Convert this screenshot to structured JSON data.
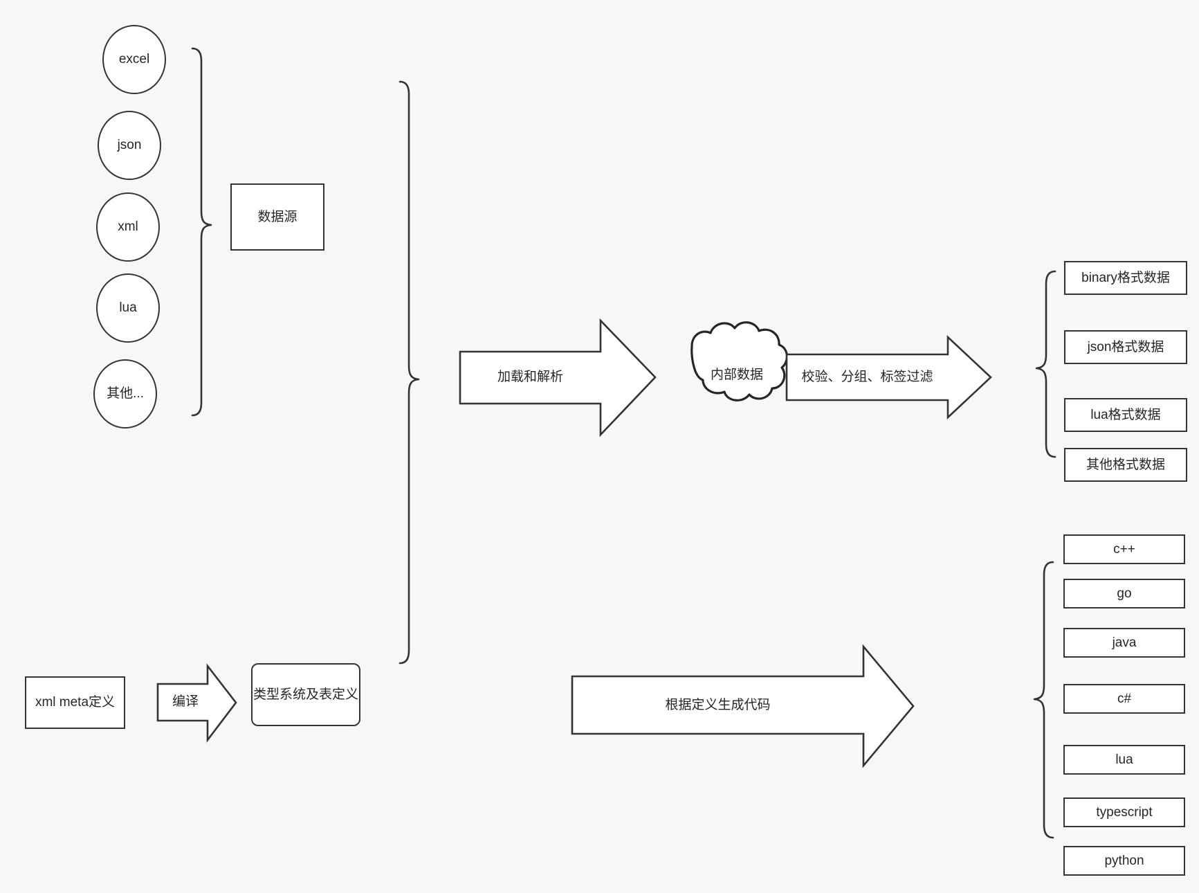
{
  "diagram": {
    "title": "data pipeline diagram",
    "background_color": "#f7f7f7",
    "stroke_color": "#333333",
    "fill_color": "#ffffff"
  },
  "sources": {
    "items": [
      {
        "label": "excel"
      },
      {
        "label": "json"
      },
      {
        "label": "xml"
      },
      {
        "label": "lua"
      },
      {
        "label": "其他..."
      }
    ],
    "group_label": "数据源"
  },
  "pipeline": {
    "load_arrow_label": "加载和解析",
    "cloud_label": "内部数据",
    "filter_arrow_label": "校验、分组、标签过滤"
  },
  "outputs": {
    "items": [
      {
        "label": "binary格式数据"
      },
      {
        "label": "json格式数据"
      },
      {
        "label": "lua格式数据"
      },
      {
        "label": "其他格式数据"
      }
    ]
  },
  "meta": {
    "source_label": "xml meta定义",
    "compile_arrow_label": "编译",
    "target_label": "类型系统及表定义"
  },
  "codegen": {
    "arrow_label": "根据定义生成代码",
    "languages": [
      {
        "label": "c++"
      },
      {
        "label": "go"
      },
      {
        "label": "java"
      },
      {
        "label": "c#"
      },
      {
        "label": "lua"
      },
      {
        "label": "typescript"
      },
      {
        "label": "python"
      }
    ]
  }
}
